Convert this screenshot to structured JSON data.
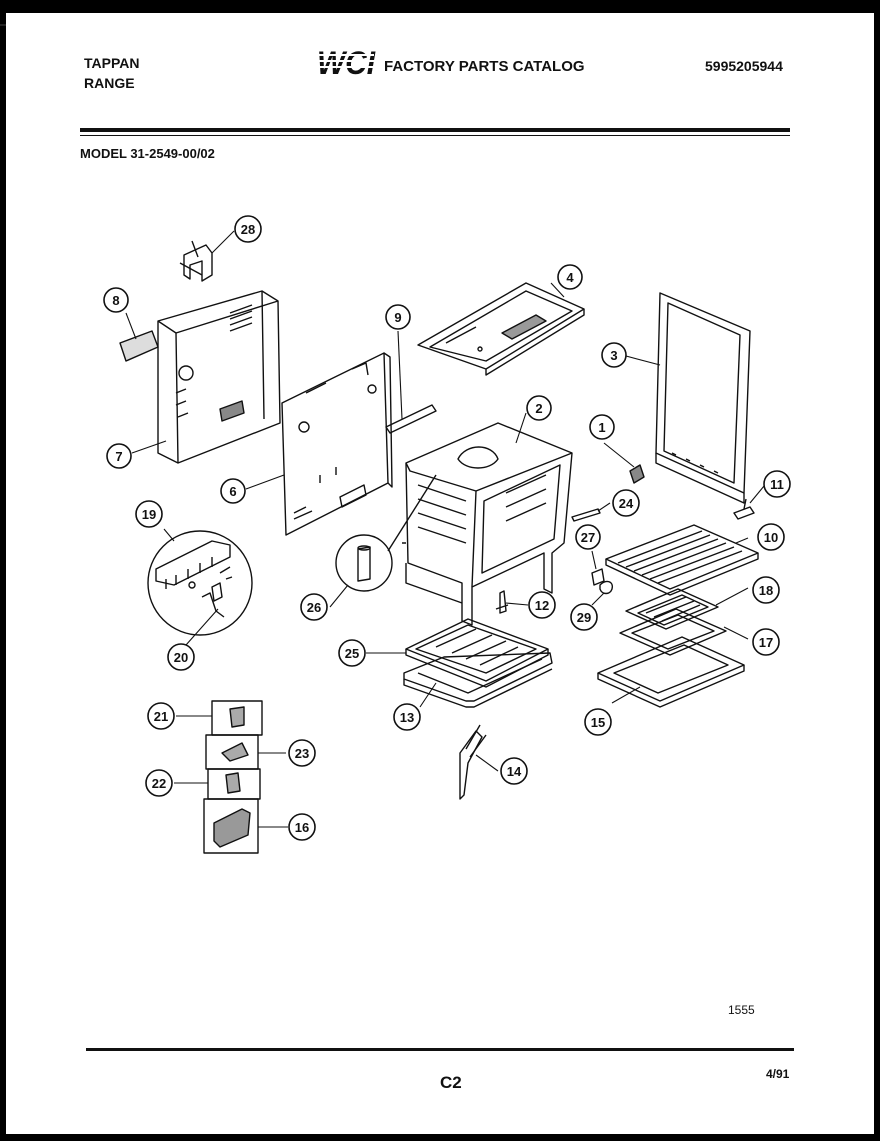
{
  "header": {
    "brand_line1": "TAPPAN",
    "brand_line2": "RANGE",
    "logo_text": "WCI",
    "catalog_title": "FACTORY PARTS CATALOG",
    "catalog_number": "5995205944",
    "model": "MODEL 31-2549-00/02"
  },
  "footer": {
    "drawing_code": "1555",
    "page_label": "C2",
    "date": "4/91"
  },
  "callouts": [
    "1",
    "2",
    "3",
    "4",
    "6",
    "7",
    "8",
    "9",
    "10",
    "11",
    "12",
    "13",
    "14",
    "15",
    "16",
    "17",
    "18",
    "19",
    "20",
    "21",
    "22",
    "23",
    "24",
    "25",
    "26",
    "27",
    "28",
    "29"
  ],
  "icons": {
    "logo": "wci-logo-icon"
  }
}
